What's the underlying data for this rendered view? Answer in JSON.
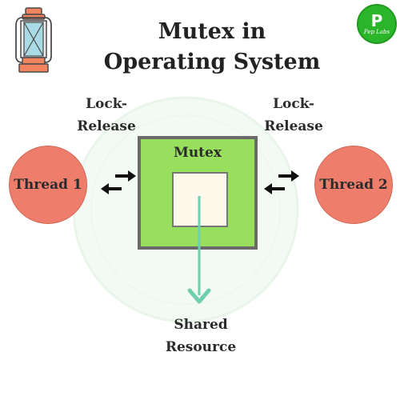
{
  "title": {
    "line1": "Mutex in",
    "line2": "Operating System"
  },
  "logo": {
    "letter": "P",
    "brand": "Pep Labs",
    "color": "#2bb52b"
  },
  "diagram": {
    "lock_release_left": [
      "Lock-",
      "Release"
    ],
    "lock_release_right": [
      "Lock-",
      "Release"
    ],
    "thread1": "Thread 1",
    "thread2": "Thread 2",
    "mutex": "Mutex",
    "shared_resource": [
      "Shared",
      "Resource"
    ]
  },
  "colors": {
    "thread_fill": "#ee7d6b",
    "mutex_fill": "#97df5c",
    "mutex_border": "#6a6a6a",
    "resource_fill": "#fff9ec",
    "arrow_teal": "#6fcfae"
  },
  "icons": {
    "lantern": "lantern-icon",
    "exchange": "exchange-arrows-icon",
    "down_arrow": "arrow-down-icon"
  }
}
